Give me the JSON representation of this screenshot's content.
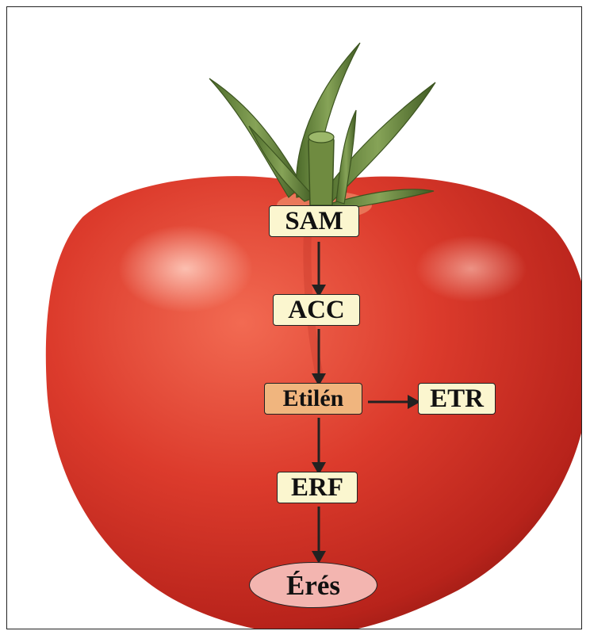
{
  "nodes": {
    "sam": "SAM",
    "acc": "ACC",
    "ethylene": "Etilén",
    "etr": "ETR",
    "erf": "ERF",
    "ripening": "Érés"
  },
  "colors": {
    "box_fill": "#fbf6cf",
    "ethylene_fill": "#f0b57e",
    "ripening_fill": "#f3b5b0",
    "tomato_red": "#d93a2c",
    "stem_green": "#5f7d3a",
    "arrow": "#222222"
  },
  "icons": {
    "background": "tomato-image"
  }
}
